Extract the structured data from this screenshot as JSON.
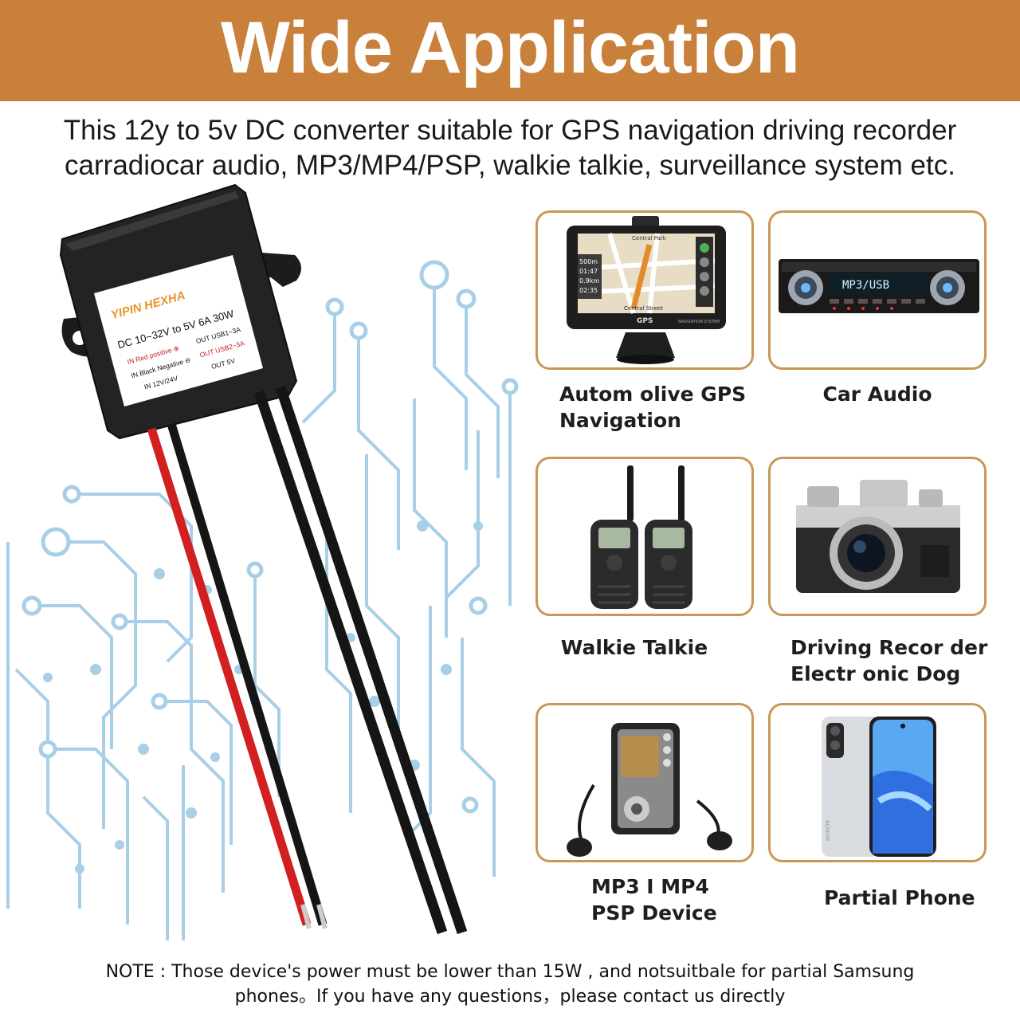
{
  "header": {
    "title": "Wide Application"
  },
  "intro": {
    "line1": "This 12y to 5v DC converter suitable for GPS navigation driving recorder",
    "line2": "carradiocar audio, MP3/MP4/PSP, walkie talkie, surveillance system etc."
  },
  "device_label": {
    "brand": "YIPIN HEXHA",
    "spec": "DC 10~32V to 5V 6A 30W",
    "in_red": "IN Red positive ⊕",
    "in_black": "IN Black Negative ⊖",
    "in_volt": "IN 12V/24V",
    "out_usb1": "OUT USB1~3A",
    "out_usb2": "OUT USB2~3A",
    "out_5v": "OUT 5V"
  },
  "gps_screen": {
    "top": "Central Park",
    "distance": "500m",
    "time1": "01:47",
    "dist2": "0.9km",
    "time2": "02:35",
    "street": "Central Street",
    "brand": "GPS",
    "sub": "NAVIGATION SYSTEM"
  },
  "radio_display": "MP3/USB",
  "phone_brand": "HONOR",
  "applications": [
    {
      "line1": "Autom olive GPS",
      "line2": "Navigation",
      "icon": "gps-navigator-icon"
    },
    {
      "line1": "Car Audio",
      "line2": "",
      "icon": "car-radio-icon"
    },
    {
      "line1": "Walkie Talkie",
      "line2": "",
      "icon": "walkie-talkie-icon"
    },
    {
      "line1": "Driving Recor der",
      "line2": "Electr onic Dog",
      "icon": "camera-icon"
    },
    {
      "line1": "MP3 I MP4",
      "line2": "PSP Device",
      "icon": "mp3-player-icon"
    },
    {
      "line1": "Partial Phone",
      "line2": "",
      "icon": "smartphone-icon"
    }
  ],
  "note": {
    "line1": "NOTE : Those device's power must be lower than 15W , and notsuitbale for partial Samsung",
    "line2": "phones。If you have any questions，please contact us directly"
  },
  "colors": {
    "banner": "#c8803a",
    "card_border": "#c99856",
    "circuit": "#a8cfe8",
    "wire_red": "#d21f1f",
    "wire_black": "#151515"
  }
}
